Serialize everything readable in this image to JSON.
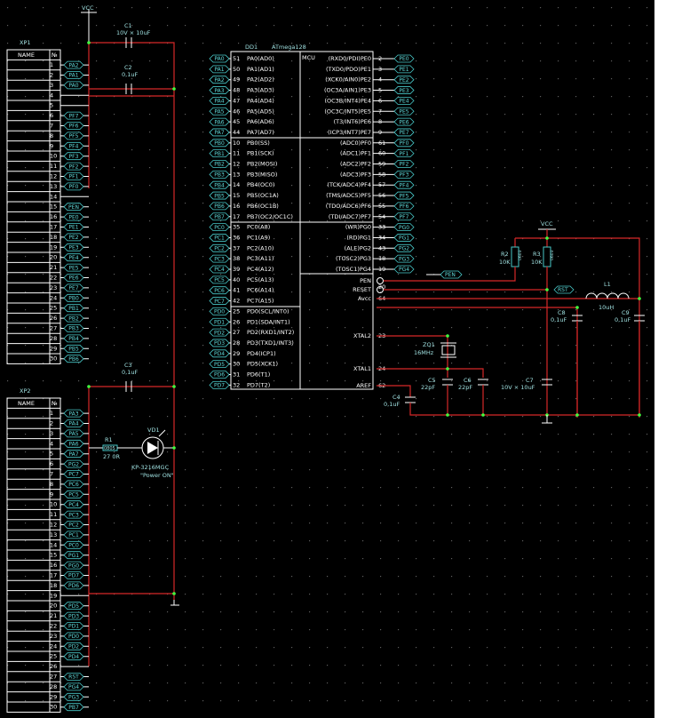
{
  "xp1": {
    "ref": "XP1",
    "header": [
      "NAME",
      "№"
    ],
    "pins": [
      {
        "n": "1",
        "tag": "PA2"
      },
      {
        "n": "2",
        "tag": "PA1"
      },
      {
        "n": "3",
        "tag": "PA0"
      },
      {
        "n": "4",
        "tag": ""
      },
      {
        "n": "5",
        "tag": ""
      },
      {
        "n": "6",
        "tag": "PF7"
      },
      {
        "n": "7",
        "tag": "PF6"
      },
      {
        "n": "8",
        "tag": "PF5"
      },
      {
        "n": "9",
        "tag": "PF4"
      },
      {
        "n": "10",
        "tag": "PF3"
      },
      {
        "n": "11",
        "tag": "PF2"
      },
      {
        "n": "12",
        "tag": "PF1"
      },
      {
        "n": "13",
        "tag": "PF0"
      },
      {
        "n": "14",
        "tag": ""
      },
      {
        "n": "15",
        "tag": "PEN"
      },
      {
        "n": "16",
        "tag": "PE0"
      },
      {
        "n": "17",
        "tag": "PE1"
      },
      {
        "n": "18",
        "tag": "PE2"
      },
      {
        "n": "19",
        "tag": "PE3"
      },
      {
        "n": "20",
        "tag": "PE4"
      },
      {
        "n": "21",
        "tag": "PE5"
      },
      {
        "n": "22",
        "tag": "PE6"
      },
      {
        "n": "23",
        "tag": "PE7"
      },
      {
        "n": "24",
        "tag": "PB0"
      },
      {
        "n": "25",
        "tag": "PB1"
      },
      {
        "n": "26",
        "tag": "PB2"
      },
      {
        "n": "27",
        "tag": "PB3"
      },
      {
        "n": "28",
        "tag": "PB4"
      },
      {
        "n": "29",
        "tag": "PB5"
      },
      {
        "n": "30",
        "tag": "PB6"
      }
    ]
  },
  "xp2": {
    "ref": "XP2",
    "header": [
      "NAME",
      "№"
    ],
    "pins": [
      {
        "n": "1",
        "tag": "PA3"
      },
      {
        "n": "2",
        "tag": "PA4"
      },
      {
        "n": "3",
        "tag": "PA5"
      },
      {
        "n": "4",
        "tag": "PA6"
      },
      {
        "n": "5",
        "tag": "PA7"
      },
      {
        "n": "6",
        "tag": "PG2"
      },
      {
        "n": "7",
        "tag": "PC7"
      },
      {
        "n": "8",
        "tag": "PC6"
      },
      {
        "n": "9",
        "tag": "PC5"
      },
      {
        "n": "10",
        "tag": "PC4"
      },
      {
        "n": "11",
        "tag": "PC3"
      },
      {
        "n": "12",
        "tag": "PC2"
      },
      {
        "n": "13",
        "tag": "PC1"
      },
      {
        "n": "14",
        "tag": "PC0"
      },
      {
        "n": "15",
        "tag": "PG1"
      },
      {
        "n": "16",
        "tag": "PG0"
      },
      {
        "n": "17",
        "tag": "PD7"
      },
      {
        "n": "18",
        "tag": "PD6"
      },
      {
        "n": "19",
        "tag": ""
      },
      {
        "n": "20",
        "tag": "PD5"
      },
      {
        "n": "21",
        "tag": "PD3"
      },
      {
        "n": "22",
        "tag": "PD1"
      },
      {
        "n": "23",
        "tag": "PD0"
      },
      {
        "n": "24",
        "tag": "PD2"
      },
      {
        "n": "25",
        "tag": "PD4"
      },
      {
        "n": "26",
        "tag": ""
      },
      {
        "n": "27",
        "tag": "RST"
      },
      {
        "n": "28",
        "tag": "PG4"
      },
      {
        "n": "29",
        "tag": "PG3"
      },
      {
        "n": "30",
        "tag": "PB7"
      }
    ]
  },
  "mcu": {
    "ref": "DD1",
    "part": "ATmega128",
    "label": "MCU",
    "left": [
      {
        "tag": "PA0",
        "n": "51",
        "name": "PA0(AD0)"
      },
      {
        "tag": "PA1",
        "n": "50",
        "name": "PA1(AD1)"
      },
      {
        "tag": "PA2",
        "n": "49",
        "name": "PA2(AD2)"
      },
      {
        "tag": "PA3",
        "n": "48",
        "name": "PA3(AD3)"
      },
      {
        "tag": "PA4",
        "n": "47",
        "name": "PA4(AD4)"
      },
      {
        "tag": "PA5",
        "n": "46",
        "name": "PA5(AD5)"
      },
      {
        "tag": "PA6",
        "n": "45",
        "name": "PA6(AD6)"
      },
      {
        "tag": "PA7",
        "n": "44",
        "name": "PA7(AD7)"
      },
      {
        "tag": "PB0",
        "n": "10",
        "name": "PB0(SS)"
      },
      {
        "tag": "PB1",
        "n": "11",
        "name": "PB1(SCK)"
      },
      {
        "tag": "PB2",
        "n": "12",
        "name": "PB2(MOSI)"
      },
      {
        "tag": "PB3",
        "n": "13",
        "name": "PB3(MISO)"
      },
      {
        "tag": "PB4",
        "n": "14",
        "name": "PB4(OC0)"
      },
      {
        "tag": "PB5",
        "n": "15",
        "name": "PB5(OC1A)"
      },
      {
        "tag": "PB6",
        "n": "16",
        "name": "PB6(OC1B)"
      },
      {
        "tag": "PB7",
        "n": "17",
        "name": "PB7(OC2/OC1C)"
      },
      {
        "tag": "PC0",
        "n": "35",
        "name": "PC0(A8)"
      },
      {
        "tag": "PC1",
        "n": "36",
        "name": "PC1(A9)"
      },
      {
        "tag": "PC2",
        "n": "37",
        "name": "PC2(A10)"
      },
      {
        "tag": "PC3",
        "n": "38",
        "name": "PC3(A11)"
      },
      {
        "tag": "PC4",
        "n": "39",
        "name": "PC4(A12)"
      },
      {
        "tag": "PC5",
        "n": "40",
        "name": "PC5(A13)"
      },
      {
        "tag": "PC6",
        "n": "41",
        "name": "PC6(A14)"
      },
      {
        "tag": "PC7",
        "n": "42",
        "name": "PC7(A15)"
      },
      {
        "tag": "PD0",
        "n": "25",
        "name": "PD0(SCL/INT0)"
      },
      {
        "tag": "PD1",
        "n": "26",
        "name": "PD1(SDA/INT1)"
      },
      {
        "tag": "PD2",
        "n": "27",
        "name": "PD2(RXD1/INT2)"
      },
      {
        "tag": "PD3",
        "n": "28",
        "name": "PD3(TXD1/INT3)"
      },
      {
        "tag": "PD4",
        "n": "29",
        "name": "PD4(ICP1)"
      },
      {
        "tag": "PD5",
        "n": "30",
        "name": "PD5(XCK1)"
      },
      {
        "tag": "PD6",
        "n": "31",
        "name": "PD6(T1)"
      },
      {
        "tag": "PD7",
        "n": "32",
        "name": "PD7(T2)"
      }
    ],
    "right": [
      {
        "tag": "PE0",
        "n": "2",
        "name": "(RXD0/PDI)PE0"
      },
      {
        "tag": "PE1",
        "n": "3",
        "name": "(TXD0/PDO)PE1"
      },
      {
        "tag": "PE2",
        "n": "4",
        "name": "(XCK0/AIN0)PE2"
      },
      {
        "tag": "PE3",
        "n": "5",
        "name": "(OC3A/AIN1)PE3"
      },
      {
        "tag": "PE4",
        "n": "6",
        "name": "(OC3B/INT4)PE4"
      },
      {
        "tag": "PE5",
        "n": "7",
        "name": "(OC3C/INT5)PE5"
      },
      {
        "tag": "PE6",
        "n": "8",
        "name": "(T3/INT6)PE6"
      },
      {
        "tag": "PE7",
        "n": "9",
        "name": "(ICP3/INT7)PE7"
      },
      {
        "tag": "PF0",
        "n": "61",
        "name": "(ADC0)PF0"
      },
      {
        "tag": "PF1",
        "n": "60",
        "name": "(ADC1)PF1"
      },
      {
        "tag": "PF2",
        "n": "59",
        "name": "(ADC2)PF2"
      },
      {
        "tag": "PF3",
        "n": "58",
        "name": "(ADC3)PF3"
      },
      {
        "tag": "PF4",
        "n": "57",
        "name": "(TCK/ADC4)PF4"
      },
      {
        "tag": "PF5",
        "n": "56",
        "name": "(TMS/ADC5)PF5"
      },
      {
        "tag": "PF6",
        "n": "55",
        "name": "(TDO/ADC6)PF6"
      },
      {
        "tag": "PF7",
        "n": "54",
        "name": "(TDI/ADC7)PF7"
      },
      {
        "tag": "PG0",
        "n": "33",
        "name": "(WR)PG0"
      },
      {
        "tag": "PG1",
        "n": "34",
        "name": "(RD)PG1"
      },
      {
        "tag": "PG2",
        "n": "43",
        "name": "(ALE)PG2"
      },
      {
        "tag": "PG3",
        "n": "18",
        "name": "(TOSC2)PG3"
      },
      {
        "tag": "PG4",
        "n": "19",
        "name": "(TOSC1)PG4"
      }
    ],
    "extra": [
      {
        "n": "",
        "name": "PEN"
      },
      {
        "n": "20",
        "name": "RESET"
      },
      {
        "n": "64",
        "name": "Avcc"
      },
      {
        "n": "23",
        "name": "XTAL2"
      },
      {
        "n": "24",
        "name": "XTAL1"
      },
      {
        "n": "62",
        "name": "AREF"
      }
    ]
  },
  "components": {
    "vcc_top": "VCC",
    "vcc_right": "VCC",
    "c1": {
      "ref": "C1",
      "value": "10V × 10uF"
    },
    "c2": {
      "ref": "C2",
      "value": "0,1uF"
    },
    "c3": {
      "ref": "C3",
      "value": "0,1uF"
    },
    "r1": {
      "ref": "R1",
      "value": "27 0R",
      "pkg": "0805"
    },
    "vd1": {
      "ref": "VD1",
      "value": "KP-3216MGC",
      "note": "\"Power ON\""
    },
    "r2": {
      "ref": "R2",
      "value": "10K",
      "pkg": "0603"
    },
    "r3": {
      "ref": "R3",
      "value": "10K",
      "pkg": "0603"
    },
    "l1": {
      "ref": "L1",
      "value": "10uH"
    },
    "c8": {
      "ref": "C8",
      "value": "0,1uF"
    },
    "c9": {
      "ref": "C9",
      "value": "0,1uF"
    },
    "zq1": {
      "ref": "ZQ1",
      "value": "16MHz"
    },
    "c4": {
      "ref": "C4",
      "value": "0,1uF"
    },
    "c5": {
      "ref": "C5",
      "value": "22pF"
    },
    "c6": {
      "ref": "C6",
      "value": "22pF"
    },
    "c7": {
      "ref": "C7",
      "value": "10V × 10uF"
    },
    "tag_pen": "PEN",
    "tag_rst": "RST"
  }
}
